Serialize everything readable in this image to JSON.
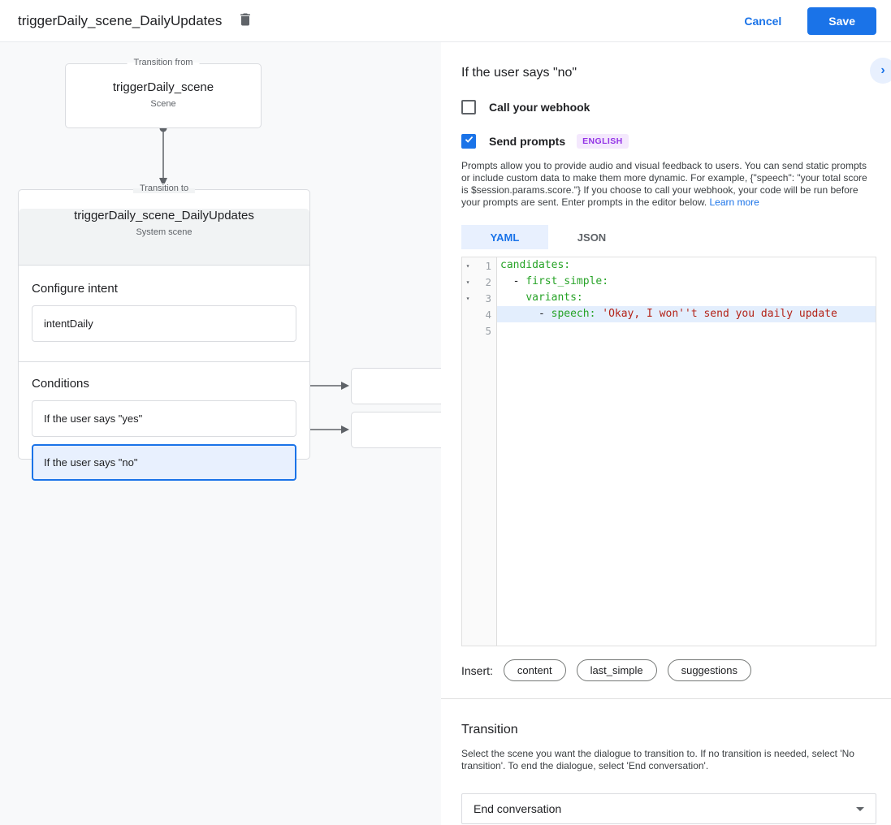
{
  "header": {
    "title": "triggerDaily_scene_DailyUpdates",
    "cancel_label": "Cancel",
    "save_label": "Save"
  },
  "canvas": {
    "transition_from": {
      "legend": "Transition from",
      "title": "triggerDaily_scene",
      "subtitle": "Scene"
    },
    "transition_to": {
      "legend": "Transition to",
      "title": "triggerDaily_scene_DailyUpdates",
      "subtitle": "System scene",
      "configure_intent_label": "Configure intent",
      "intent_value": "intentDaily",
      "conditions_label": "Conditions",
      "conditions": [
        {
          "label": "If the user says \"yes\"",
          "selected": false
        },
        {
          "label": "If the user says \"no\"",
          "selected": true
        }
      ]
    }
  },
  "panel": {
    "title": "If the user says \"no\"",
    "webhook": {
      "label": "Call your webhook",
      "checked": false
    },
    "prompts": {
      "label": "Send prompts",
      "checked": true,
      "badge": "ENGLISH"
    },
    "description": "Prompts allow you to provide audio and visual feedback to users. You can send static prompts or include custom data to make them more dynamic. For example, {\"speech\": \"your total score is $session.params.score.\"} If you choose to call your webhook, your code will be run before your prompts are sent. Enter prompts in the editor below. ",
    "learn_more_label": "Learn more",
    "tabs": [
      {
        "label": "YAML",
        "active": true
      },
      {
        "label": "JSON",
        "active": false
      }
    ],
    "editor_lines": [
      {
        "number": "1",
        "fold": true,
        "highlight": false,
        "tokens": [
          {
            "t": "key",
            "v": "candidates:"
          }
        ]
      },
      {
        "number": "2",
        "fold": true,
        "highlight": false,
        "tokens": [
          {
            "t": "plain",
            "v": "  - "
          },
          {
            "t": "key",
            "v": "first_simple:"
          }
        ]
      },
      {
        "number": "3",
        "fold": true,
        "highlight": false,
        "tokens": [
          {
            "t": "plain",
            "v": "    "
          },
          {
            "t": "key",
            "v": "variants:"
          }
        ]
      },
      {
        "number": "4",
        "fold": false,
        "highlight": true,
        "tokens": [
          {
            "t": "plain",
            "v": "      - "
          },
          {
            "t": "key",
            "v": "speech: "
          },
          {
            "t": "string",
            "v": "'Okay, I won''t send you daily update"
          }
        ]
      },
      {
        "number": "5",
        "fold": false,
        "highlight": false,
        "tokens": []
      }
    ],
    "insert_label": "Insert:",
    "insert_chips": [
      "content",
      "last_simple",
      "suggestions"
    ],
    "transition": {
      "heading": "Transition",
      "description": "Select the scene you want the dialogue to transition to. If no transition is needed, select 'No transition'. To end the dialogue, select 'End conversation'.",
      "selected_value": "End conversation"
    }
  },
  "colors": {
    "accent_blue": "#1a73e8",
    "selected_fill": "#e8f0fe",
    "canvas_bg": "#f8f9fa",
    "badge_purple": "#9334e6",
    "code_key_green": "#27a327",
    "code_string_red": "#b42318"
  }
}
